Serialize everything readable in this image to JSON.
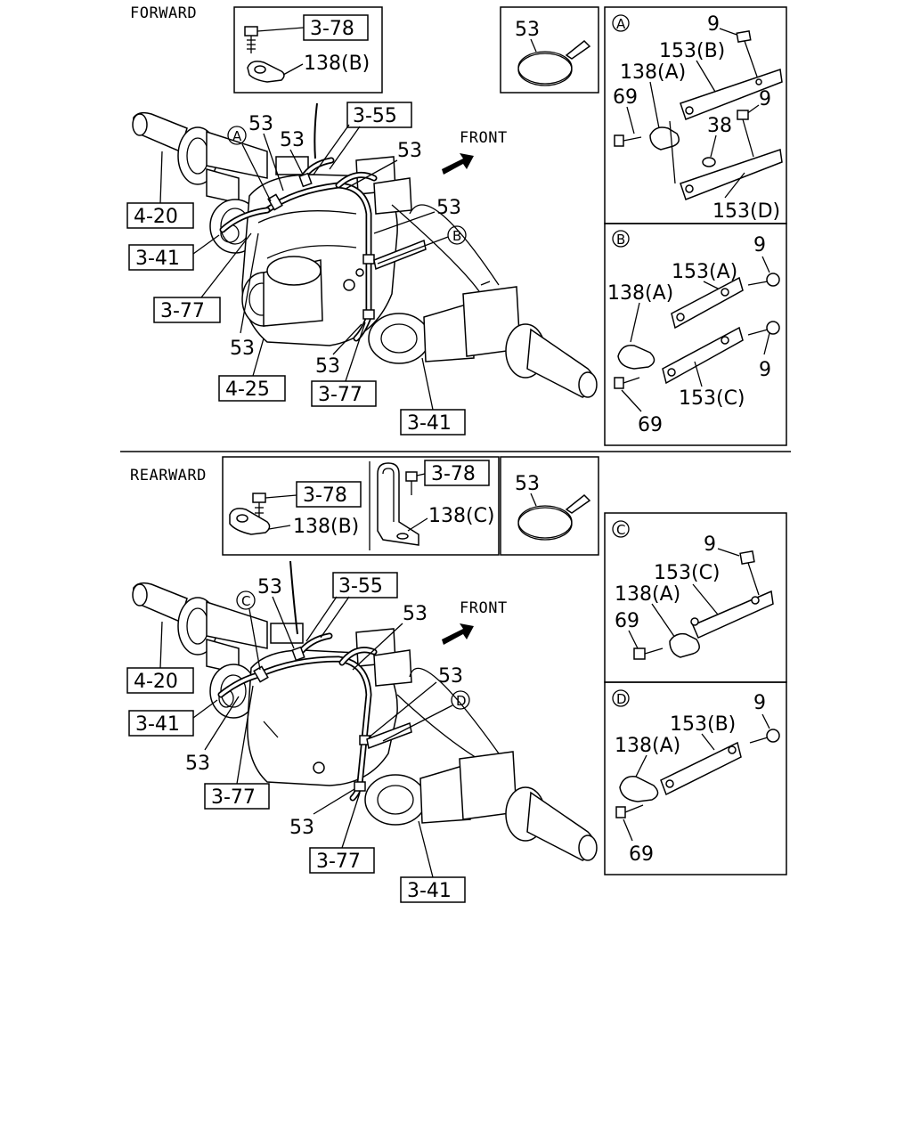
{
  "sections": {
    "top_header": "FORWARD",
    "bottom_header": "REARWARD",
    "front_label": "FRONT"
  },
  "top": {
    "inset_refs": {
      "ref_3_78": "3-78",
      "part_138b": "138(B)"
    },
    "inset_band": {
      "part_53": "53"
    },
    "callouts": {
      "c53a": "53",
      "c53b": "53",
      "c53c": "53",
      "c53d": "53",
      "c53e": "53",
      "c53f": "53",
      "circle_a": "A",
      "circle_b": "B"
    },
    "refs": {
      "r3_55": "3-55",
      "r4_20": "4-20",
      "r3_41a": "3-41",
      "r3_77a": "3-77",
      "r4_25": "4-25",
      "r3_77b": "3-77",
      "r3_41b": "3-41"
    }
  },
  "bottom": {
    "inset_refs": {
      "ref_3_78a": "3-78",
      "part_138b": "138(B)",
      "ref_3_78b": "3-78",
      "part_138c": "138(C)"
    },
    "inset_band": {
      "part_53": "53"
    },
    "callouts": {
      "c53a": "53",
      "c53b": "53",
      "c53c": "53",
      "c53d": "53",
      "c53e": "53",
      "circle_c": "C",
      "circle_d": "D"
    },
    "refs": {
      "r3_55": "3-55",
      "r4_20": "4-20",
      "r3_41a": "3-41",
      "r3_77a": "3-77",
      "r3_77b": "3-77",
      "r3_41b": "3-41"
    }
  },
  "detail_a": {
    "tag": "A",
    "p9a": "9",
    "p153b": "153(B)",
    "p138a": "138(A)",
    "p69": "69",
    "p9b": "9",
    "p38": "38",
    "p153d": "153(D)"
  },
  "detail_b": {
    "tag": "B",
    "p9a": "9",
    "p153a": "153(A)",
    "p138a": "138(A)",
    "p9b": "9",
    "p153c": "153(C)",
    "p69": "69"
  },
  "detail_c": {
    "tag": "C",
    "p9": "9",
    "p153c": "153(C)",
    "p138a": "138(A)",
    "p69": "69"
  },
  "detail_d": {
    "tag": "D",
    "p9": "9",
    "p153b": "153(B)",
    "p138a": "138(A)",
    "p69": "69"
  }
}
